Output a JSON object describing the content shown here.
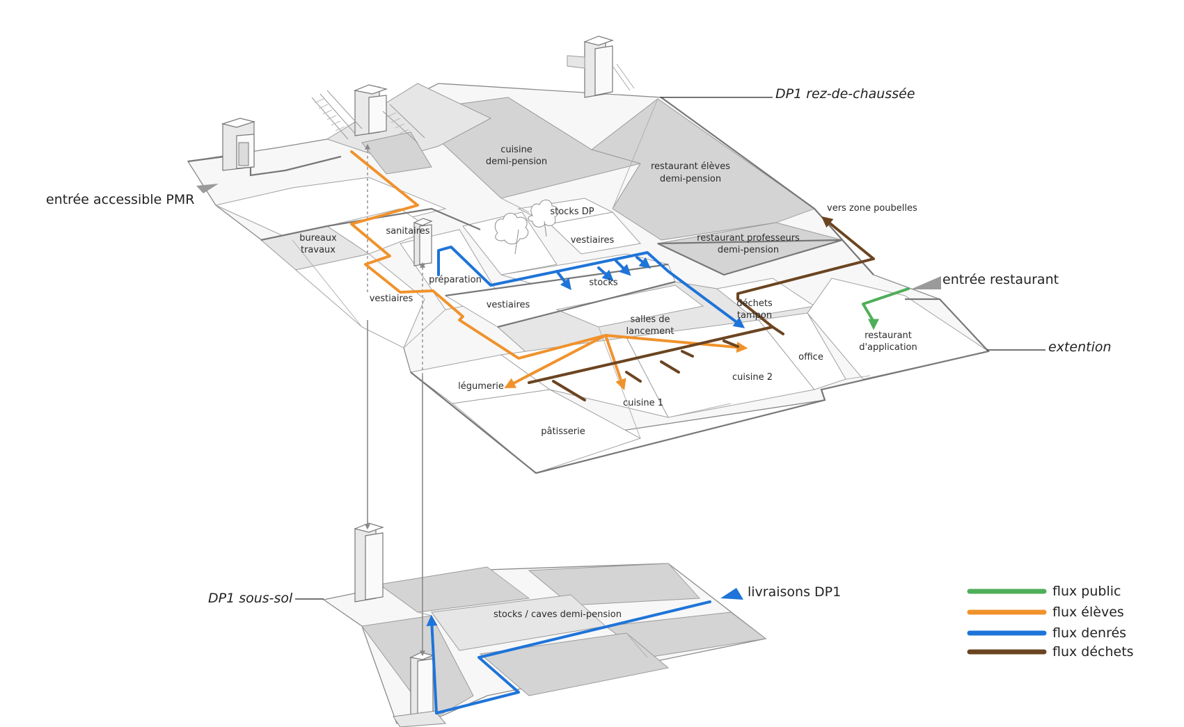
{
  "labels": {
    "rdc": "DP1 rez-de-chaussée",
    "entree_pmr": "entrée accessible PMR",
    "entree_restaurant": "entrée restaurant",
    "extention": "extention",
    "sous_sol": "DP1 sous-sol",
    "livraisons": "livraisons DP1",
    "vers_poubelles": "vers zone poubelles"
  },
  "rooms": {
    "cuisine_dp_1": "cuisine",
    "cuisine_dp_2": "demi-pension",
    "rest_eleves_1": "restaurant élèves",
    "rest_eleves_2": "demi-pension",
    "stocks_dp": "stocks DP",
    "rest_prof_1": "restaurant professeurs",
    "rest_prof_2": "demi-pension",
    "bureaux_1": "bureaux",
    "bureaux_2": "travaux",
    "sanitaires": "sanitaires",
    "vestiaires_a": "vestiaires",
    "vestiaires_b": "vestiaires",
    "vestiaires_c": "vestiaires",
    "preparation": "préparation",
    "stocks": "stocks",
    "dechets_1": "déchets",
    "dechets_2": "tampon",
    "salles_1": "salles de",
    "salles_2": "lancement",
    "restaurant_app_1": "restaurant",
    "restaurant_app_2": "d'application",
    "office": "office",
    "cuisine2": "cuisine 2",
    "legumerie": "légumerie",
    "cuisine1": "cuisine 1",
    "patisserie": "pâtisserie",
    "stocks_caves": "stocks / caves demi-pension"
  },
  "legend": [
    {
      "label": "flux public",
      "color": "#4fae5a"
    },
    {
      "label": "flux élèves",
      "color": "#f0922c"
    },
    {
      "label": "flux denrés",
      "color": "#1e74d8"
    },
    {
      "label": "flux déchets",
      "color": "#6b4420"
    }
  ],
  "colors": {
    "public": "#4fae5a",
    "eleves": "#f0922c",
    "denrees": "#1e74d8",
    "dechets": "#6b4420",
    "marker_grey": "#9a9a9a"
  }
}
